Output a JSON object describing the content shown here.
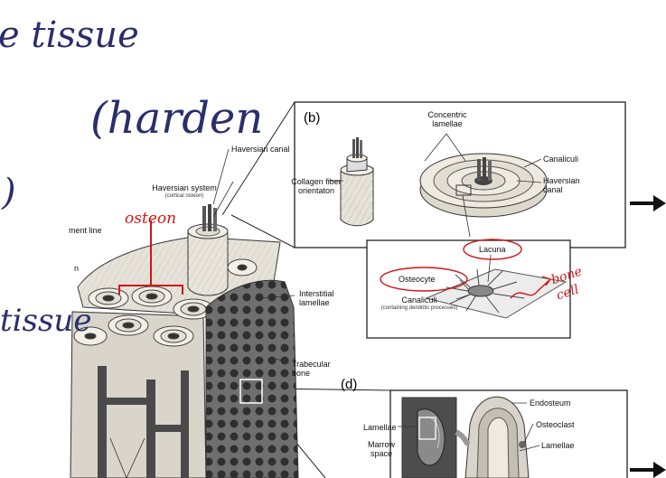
{
  "handwriting": {
    "tissue_top": "e tissue",
    "harden": "(harden",
    "paren": ")",
    "tissue_left": "tissue",
    "osteon": "osteon",
    "bone_cell": "bone cell"
  },
  "labels": {
    "haversian_canal": "Haversian canal",
    "haversian_system": "Haversian system",
    "cortical_osteon": "(cortical osteon)",
    "cement_line": "ment line",
    "n_fragment": "n",
    "interstitial_lamellae": "Interstitial lamellae",
    "trabecular_bone": "Trabecular bone",
    "lamellae_d": "Lamellae",
    "marrow_space": "Marrow space"
  },
  "panel_b": {
    "letter": "(b)",
    "concentric_lamellae": "Concentric lamellae",
    "collagen_fiber": "Collagen fiber orientaton",
    "canaliculi": "Canaliculi",
    "haversian_canal": "Haversian canal"
  },
  "inset": {
    "lacuna": "Lacuna",
    "osteocyte": "Osteocyte",
    "canaliculi": "Canaliculi",
    "canaliculi_note": "(containing dendritic processes)"
  },
  "panel_d": {
    "letter": "(d)",
    "endosteum": "Endosteum",
    "osteoclast": "Osteoclast",
    "lamellae": "Lamellae"
  },
  "colors": {
    "ink": "#2a2f6b",
    "annotation_red": "#d01616",
    "outline": "#222222"
  }
}
